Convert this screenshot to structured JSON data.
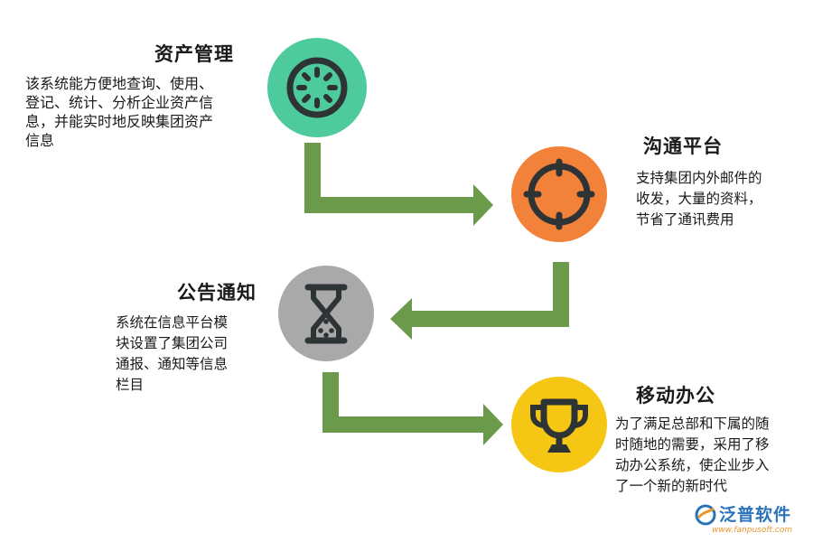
{
  "steps": [
    {
      "title": "资产管理",
      "lines": [
        "该系统能方便地查询、使用、",
        "登记、统计、分析企业资产信",
        "息，并能实时地反映集团资产",
        "信息"
      ],
      "color": "#4ecb9c",
      "icon": "gear-icon"
    },
    {
      "title": "沟通平台",
      "lines": [
        "支持集团内外邮件的",
        "收发，大量的资料，",
        "节省了通讯费用"
      ],
      "color": "#f2823a",
      "icon": "crosshair-icon"
    },
    {
      "title": "公告通知",
      "lines": [
        "系统在信息平台模",
        "块设置了集团公司",
        "通报、通知等信息",
        "栏目"
      ],
      "color": "#a9a9a9",
      "icon": "hourglass-icon"
    },
    {
      "title": "移动办公",
      "lines": [
        "为了满足总部和下属的随",
        "时随地的需要，采用了移",
        "动办公系统，使企业步入",
        "了一个新的新时代"
      ],
      "color": "#f6c614",
      "icon": "trophy-icon"
    }
  ],
  "connector_color": "#6a9a4a",
  "logo": {
    "name": "泛普软件",
    "url": "www.fanpusoft.com",
    "brand_color": "#2a73b9"
  }
}
